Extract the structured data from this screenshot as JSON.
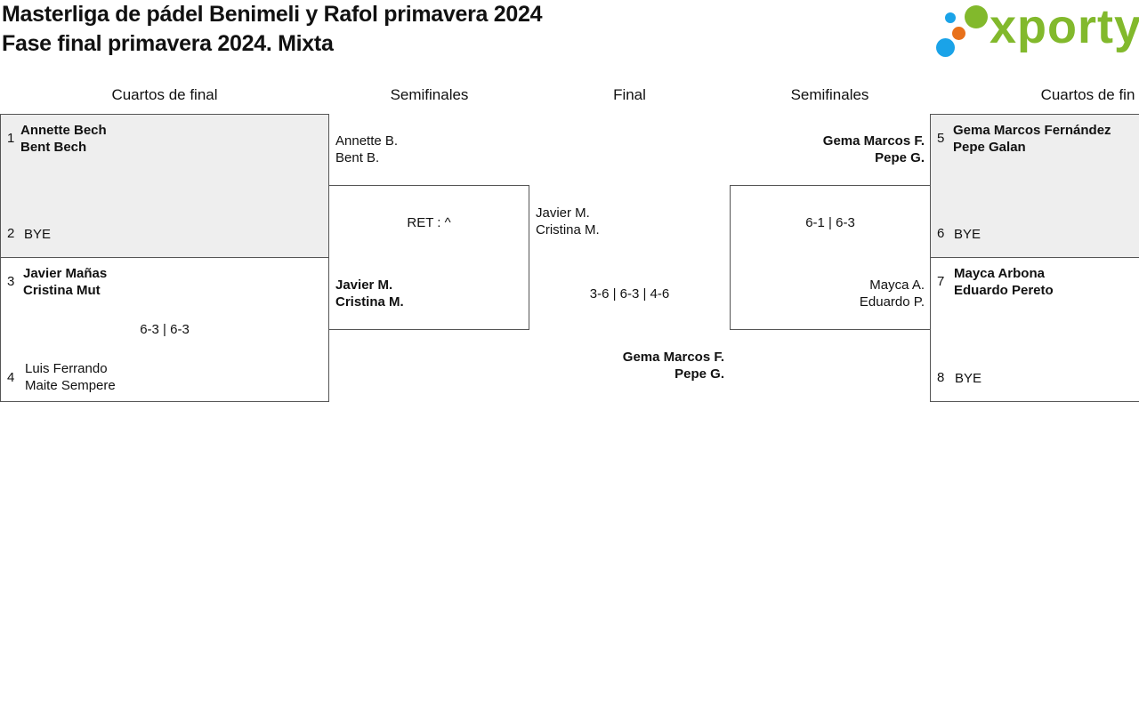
{
  "header": {
    "title_line1": "Masterliga de pádel Benimeli y Rafol primavera 2024",
    "title_line2": "Fase final primavera 2024. Mixta",
    "logo_text": "xporty"
  },
  "columns": {
    "left_quarters": "Cuartos de final",
    "left_semis": "Semifinales",
    "final": "Final",
    "right_semis": "Semifinales",
    "right_quarters": "Cuartos de fin"
  },
  "left_quarters": {
    "match1": {
      "seed_a": "1",
      "a_line1": "Annette Bech",
      "a_line2": "Bent Bech",
      "seed_b": "2",
      "b_line1": "BYE"
    },
    "match2": {
      "seed_a": "3",
      "a_line1": "Javier Mañas",
      "a_line2": "Cristina Mut",
      "score": "6-3 | 6-3",
      "seed_b": "4",
      "b_line1": "Luis Ferrando",
      "b_line2": "Maite Sempere"
    }
  },
  "left_semis": {
    "a_line1": "Annette B.",
    "a_line2": "Bent B.",
    "score": "RET : ^",
    "b_line1": "Javier M.",
    "b_line2": "Cristina M."
  },
  "final": {
    "a_line1": "Javier M.",
    "a_line2": "Cristina M.",
    "score": "3-6 | 6-3 | 4-6",
    "b_line1": "Gema Marcos F.",
    "b_line2": "Pepe G."
  },
  "right_semis": {
    "a_line1": "Gema Marcos F.",
    "a_line2": "Pepe G.",
    "score": "6-1 | 6-3",
    "b_line1": "Mayca A.",
    "b_line2": "Eduardo P."
  },
  "right_quarters": {
    "match1": {
      "seed_a": "5",
      "a_line1": "Gema Marcos Fernández",
      "a_line2": "Pepe Galan",
      "seed_b": "6",
      "b_line1": "BYE"
    },
    "match2": {
      "seed_a": "7",
      "a_line1": "Mayca Arbona",
      "a_line2": "Eduardo Pereto",
      "seed_b": "8",
      "b_line1": "BYE"
    }
  },
  "colors": {
    "winner_box_bg": "#eeeeee",
    "logo_green": "#82b92c",
    "logo_blue": "#1aa3e8",
    "logo_orange": "#e8711a"
  }
}
